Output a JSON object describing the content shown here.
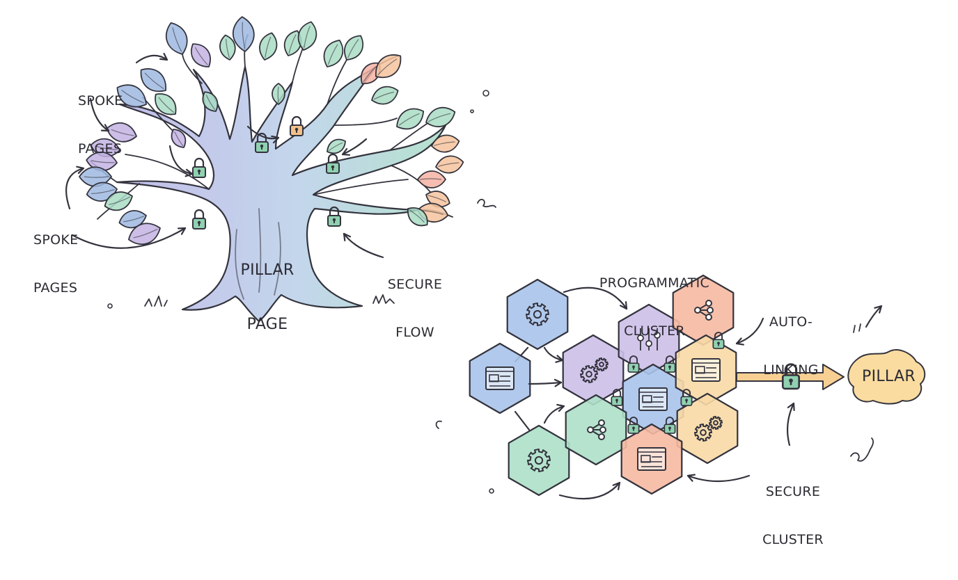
{
  "labels": {
    "spoke_pages_top": [
      "SPOKE",
      "PAGES"
    ],
    "spoke_pages_left": [
      "SPOKE",
      "PAGES"
    ],
    "pillar_page": [
      "PILLAR",
      "PAGE"
    ],
    "secure_flow": [
      "SECURE",
      "FLOW"
    ],
    "programmatic_cluster": [
      "PROGRAMMATIC",
      "CLUSTER"
    ],
    "auto_linking": [
      "AUTO-",
      "LINKING"
    ],
    "pillar": "PILLAR",
    "secure_cluster": [
      "SECURE",
      "CLUSTER"
    ]
  },
  "colors": {
    "trunk": "#b7b3e3",
    "leaf_blue": "#9fb8e0",
    "leaf_purple": "#c3b3e3",
    "leaf_green": "#a9dcc4",
    "leaf_orange": "#f6c39e",
    "leaf_peach": "#f4b2a3",
    "hex_blue": "#a9c3ea",
    "hex_purple": "#cdbfe8",
    "hex_green": "#ade0c8",
    "hex_orange": "#f6b9a1",
    "hex_yellow": "#f8d9a6",
    "pillar_blob": "#fbdca0",
    "arrow_fill": "#f8cf92",
    "lock_green": "#8fd1b0",
    "lock_orange": "#f3c08a",
    "star": "#f6c78f",
    "star_blue": "#9fb8e0"
  },
  "icons": [
    "gear-icon",
    "document-icon",
    "share-node-icon",
    "slider-icon",
    "lock-icon",
    "star-icon"
  ]
}
